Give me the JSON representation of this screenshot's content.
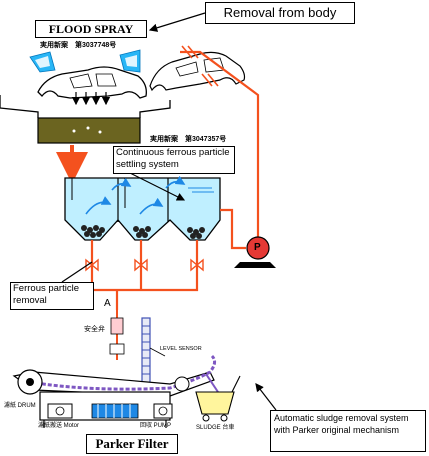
{
  "labels": {
    "flood_spray": "FLOOD SPRAY",
    "removal_from_body": "Removal from body",
    "utility_model_1": "実用新案　第3037748号",
    "utility_model_2": "実用新案　第3047357号",
    "settling_system": "Continuous ferrous particle settling system",
    "ferrous_removal": "Ferrous particle removal",
    "pump_p": "P",
    "point_a": "A",
    "safety_valve": "安全弁",
    "level_sensor": "LEVEL SENSOR",
    "filter_drum": "濾紙 DRUM",
    "filter_motor": "濾紙搬送 Motor",
    "recovery_pump": "回収 PUMP",
    "sludge_cart": "SLUDGE 台車",
    "sludge_removal": "Automatic sludge removal system with Parker original mechanism",
    "parker_filter": "Parker Filter"
  },
  "colors": {
    "pipe": "#f4511e",
    "water": "#bfefff",
    "sludge_tank": "#6b6420",
    "pump": "#e53935",
    "filter_media": "#7e57c2",
    "column": "#3f51b5",
    "spray": "#29b6f6"
  }
}
